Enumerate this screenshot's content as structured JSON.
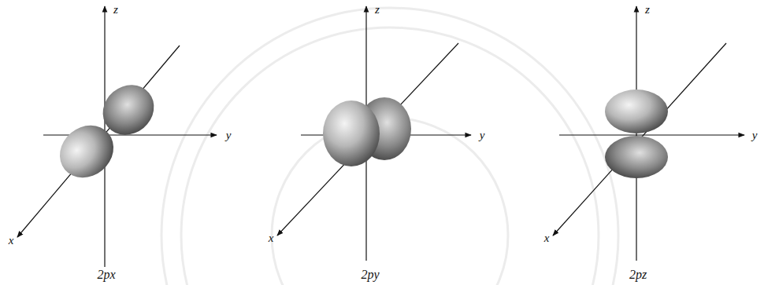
{
  "diagram": {
    "labels": [
      "z",
      "y",
      "x",
      "2px",
      "z",
      "y",
      "x",
      "2py",
      "z",
      "y",
      "x",
      "2pz"
    ]
  }
}
